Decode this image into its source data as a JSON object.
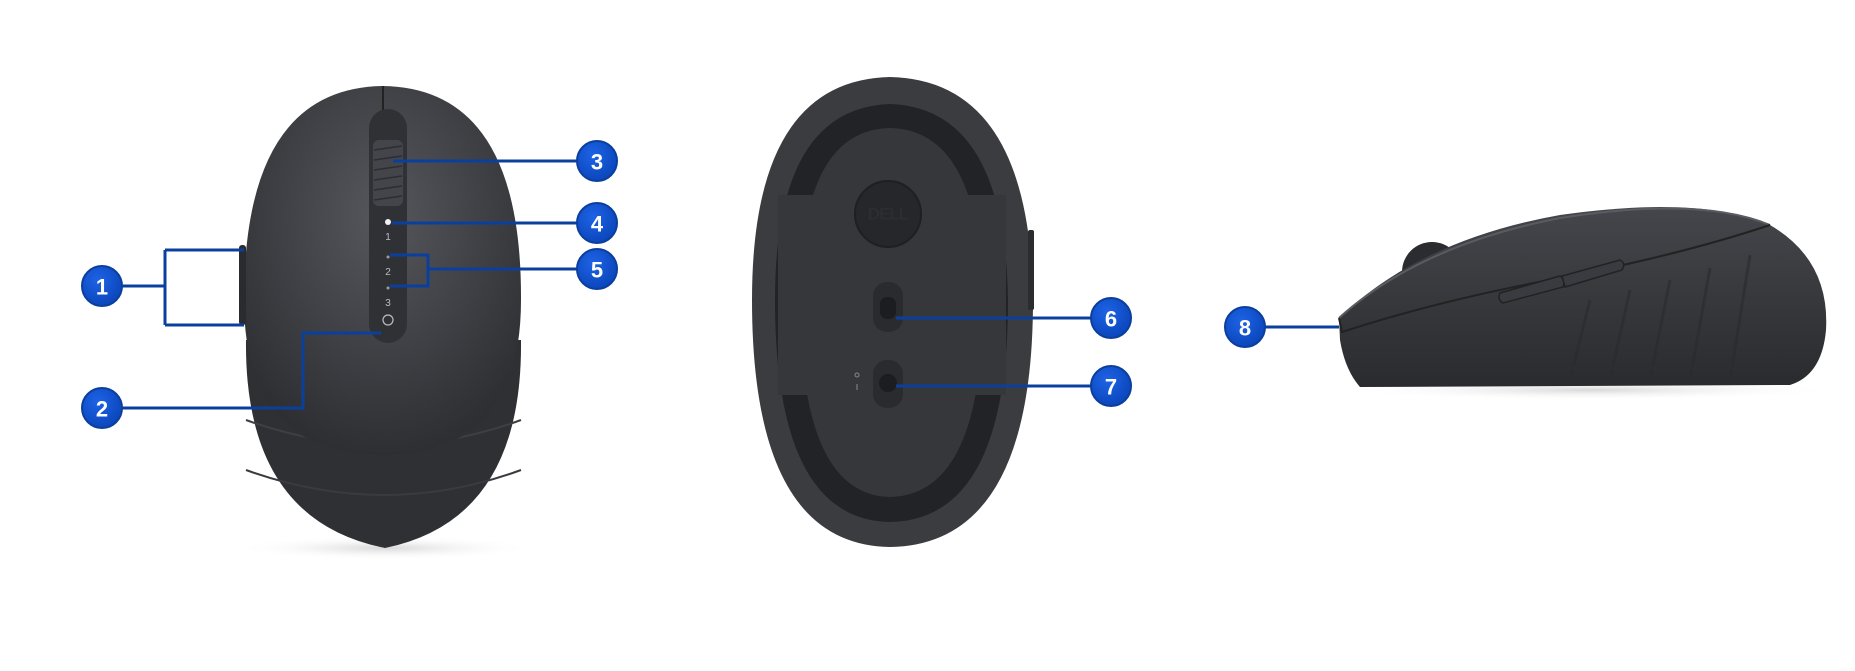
{
  "diagram": {
    "views": [
      "top-view",
      "bottom-view",
      "side-view"
    ],
    "callouts": [
      "1",
      "2",
      "3",
      "4",
      "5",
      "6",
      "7",
      "8"
    ],
    "indicator_labels": [
      "1",
      "2",
      "3"
    ],
    "logo_text": "DELL",
    "colors": {
      "callout_fill": "#0a4fd0",
      "callout_ring": "#0b3f9e",
      "mouse_body": "#3a3b3f",
      "mouse_dark": "#26272a",
      "background": "#ffffff"
    }
  }
}
